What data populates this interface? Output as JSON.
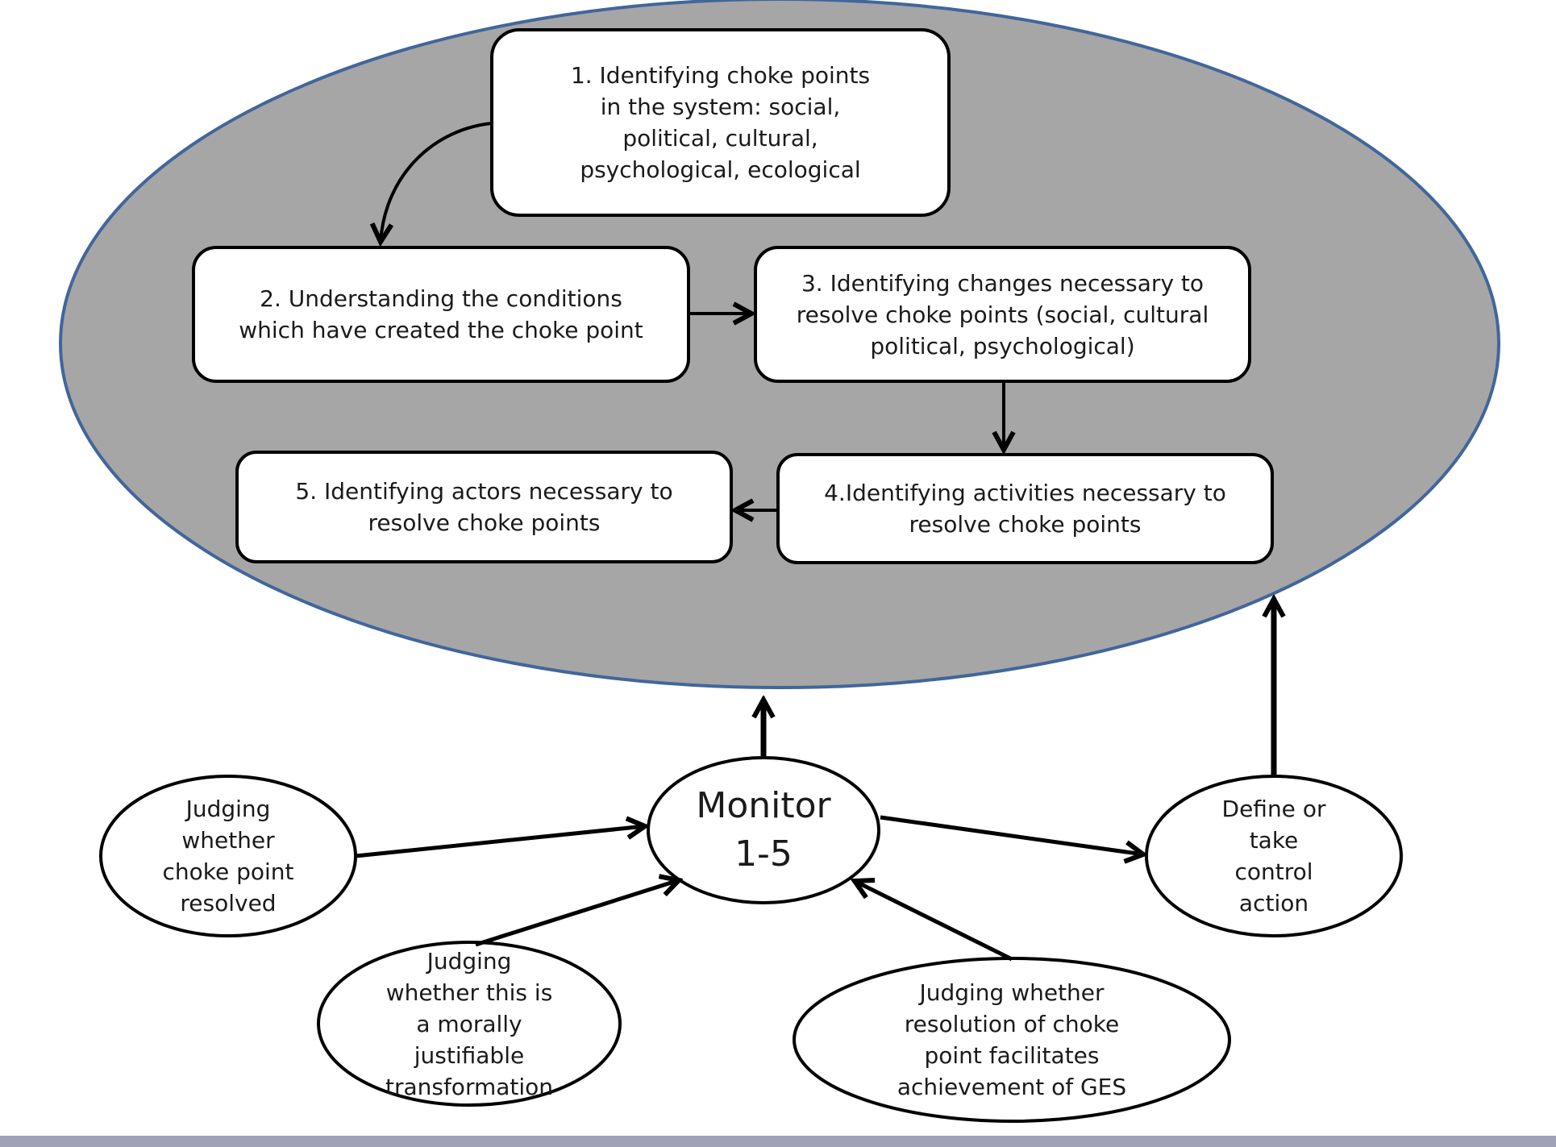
{
  "diagram": {
    "steps": {
      "step1": "1. Identifying choke points in the system: social, political, cultural, psychological, ecological",
      "step2": "2. Understanding the conditions which have created the choke point",
      "step3": "3. Identifying changes necessary to resolve choke points (social, cultural political, psychological)",
      "step4": "4.Identifying activities necessary to resolve choke points",
      "step5": "5. Identifying actors necessary to resolve choke points"
    },
    "monitor": "Monitor 1-5",
    "judgements": {
      "resolved": "Judging whether choke point resolved",
      "moral": "Judging whether this is a morally justifiable transformation",
      "ges": "Judging whether resolution of choke point facilitates achievement of GES"
    },
    "control_action": "Define or take control action"
  },
  "colors": {
    "ellipse_fill": "#a6a6a6",
    "ellipse_stroke": "#41669b",
    "node_fill": "#ffffff",
    "node_stroke": "#000000",
    "arrow": "#000000",
    "bottom_bar": "#9ea3b9"
  }
}
